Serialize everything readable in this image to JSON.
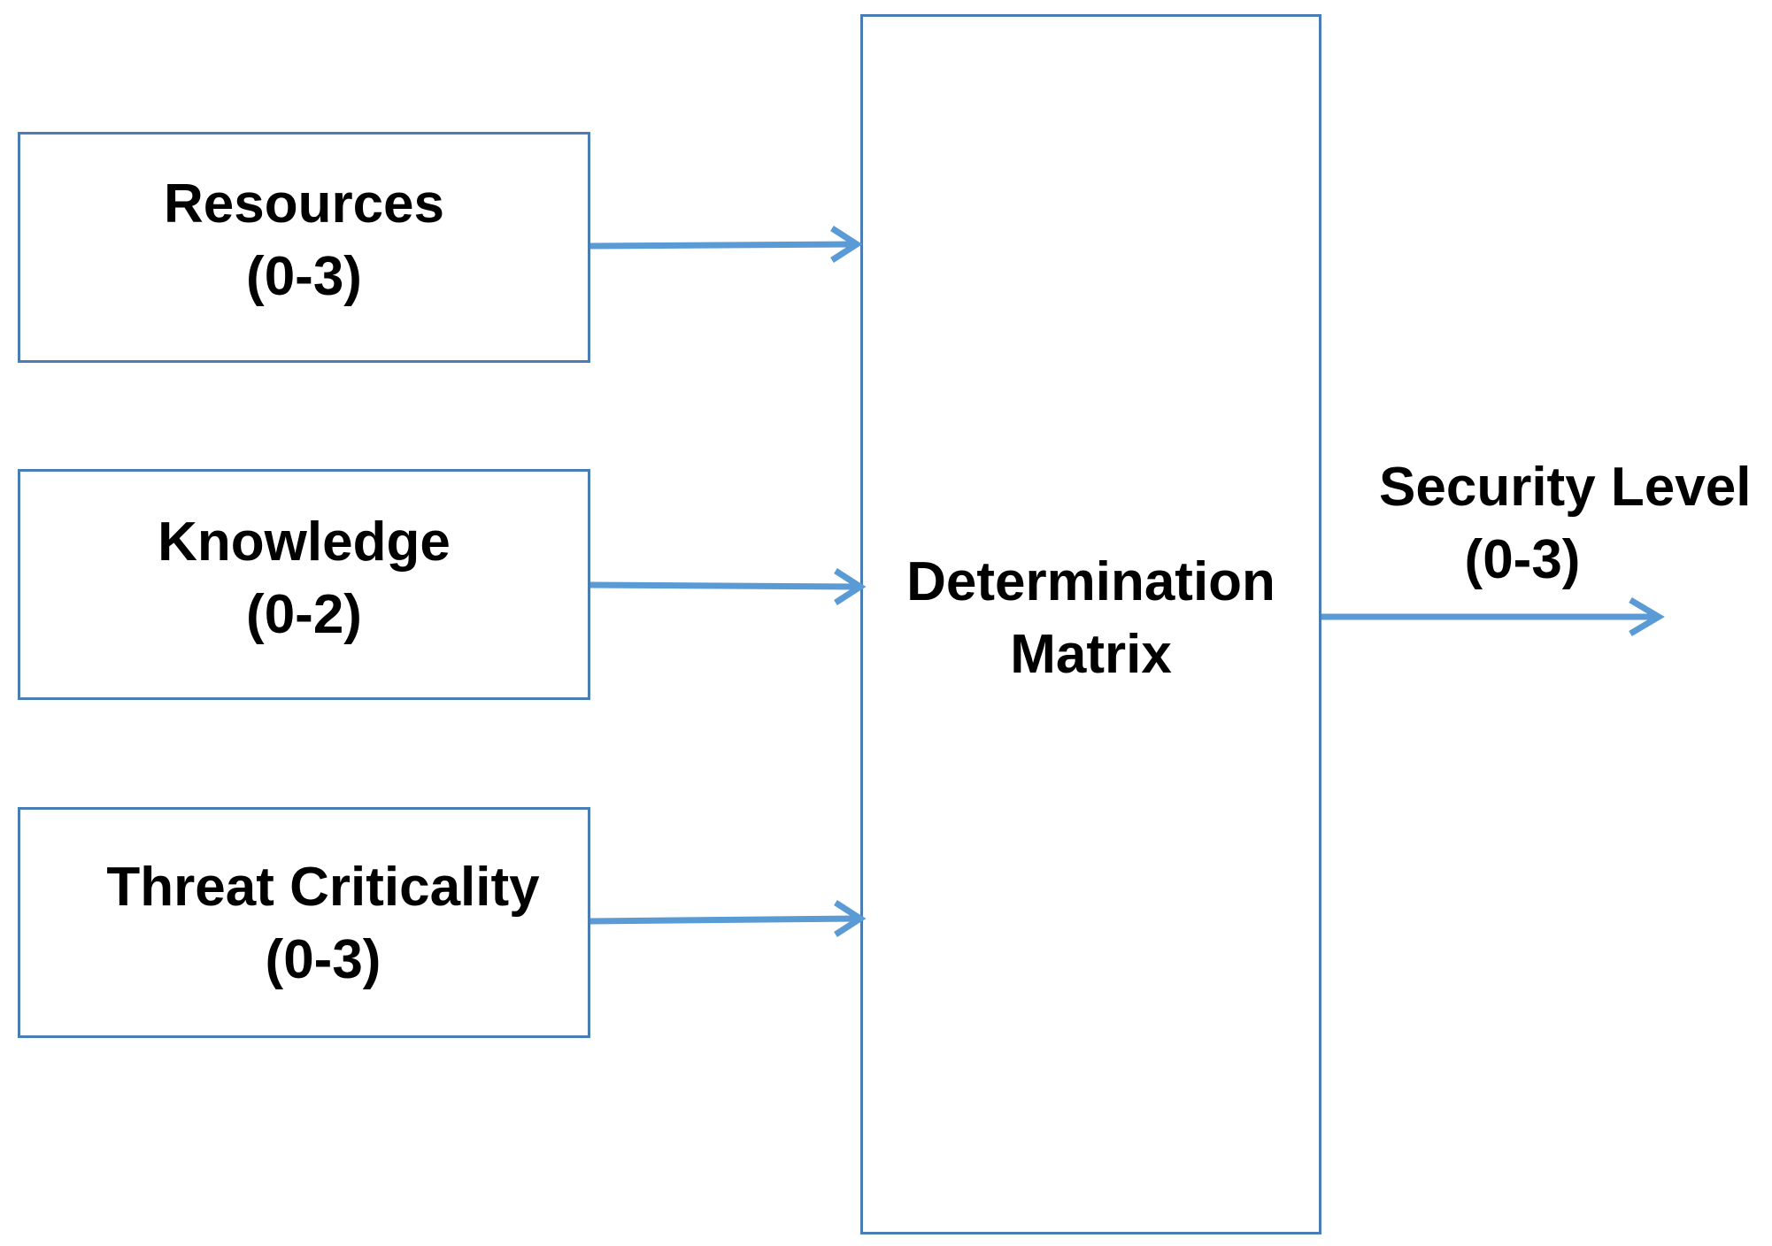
{
  "colors": {
    "stroke": "#4a7db3",
    "arrow": "#5b9bd5",
    "text": "#000000",
    "background": "#ffffff"
  },
  "inputs": [
    {
      "name": "Resources",
      "range": "(0-3)"
    },
    {
      "name": "Knowledge",
      "range": "(0-2)"
    },
    {
      "name": "Threat Criticality",
      "range": "(0-3)"
    }
  ],
  "matrix": {
    "line1": "Determination",
    "line2": "Matrix"
  },
  "output": {
    "name": "Security Level",
    "range": "(0-3)"
  }
}
